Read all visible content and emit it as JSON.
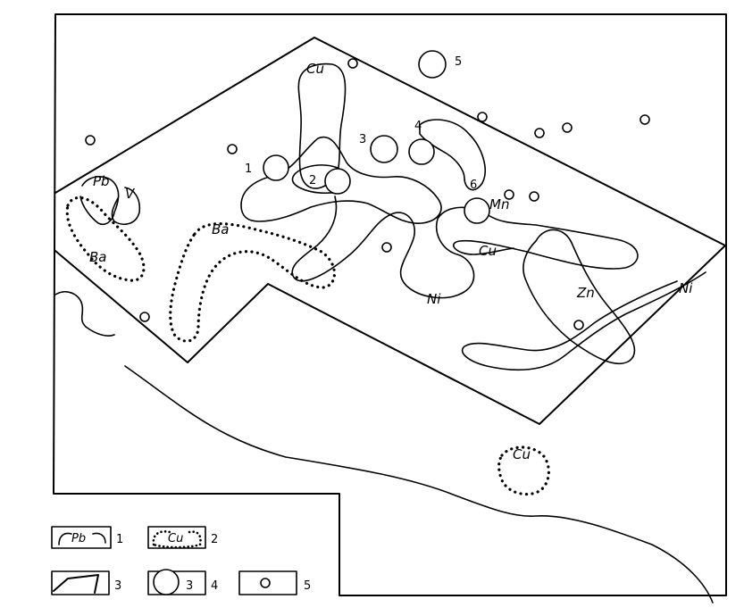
{
  "labels": {
    "cu_top": "Cu",
    "pb": "Pb",
    "v": "V",
    "ba_left": "Ba",
    "ba_center": "Ba",
    "mn": "Mn",
    "cu_right": "Cu",
    "ni_center": "Ni",
    "zn": "Zn",
    "ni_right": "Ni",
    "cu_bottom": "Cu"
  },
  "site_numbers": {
    "n1": "1",
    "n2": "2",
    "n3": "3",
    "n4": "4",
    "n5": "5",
    "n6": "6"
  },
  "legend": {
    "item1_symbol": "Pb",
    "item1_num": "1",
    "item2_symbol": "Cu",
    "item2_num": "2",
    "item3_num": "3",
    "item4_inner": "3",
    "item4_num": "4",
    "item5_num": "5"
  }
}
